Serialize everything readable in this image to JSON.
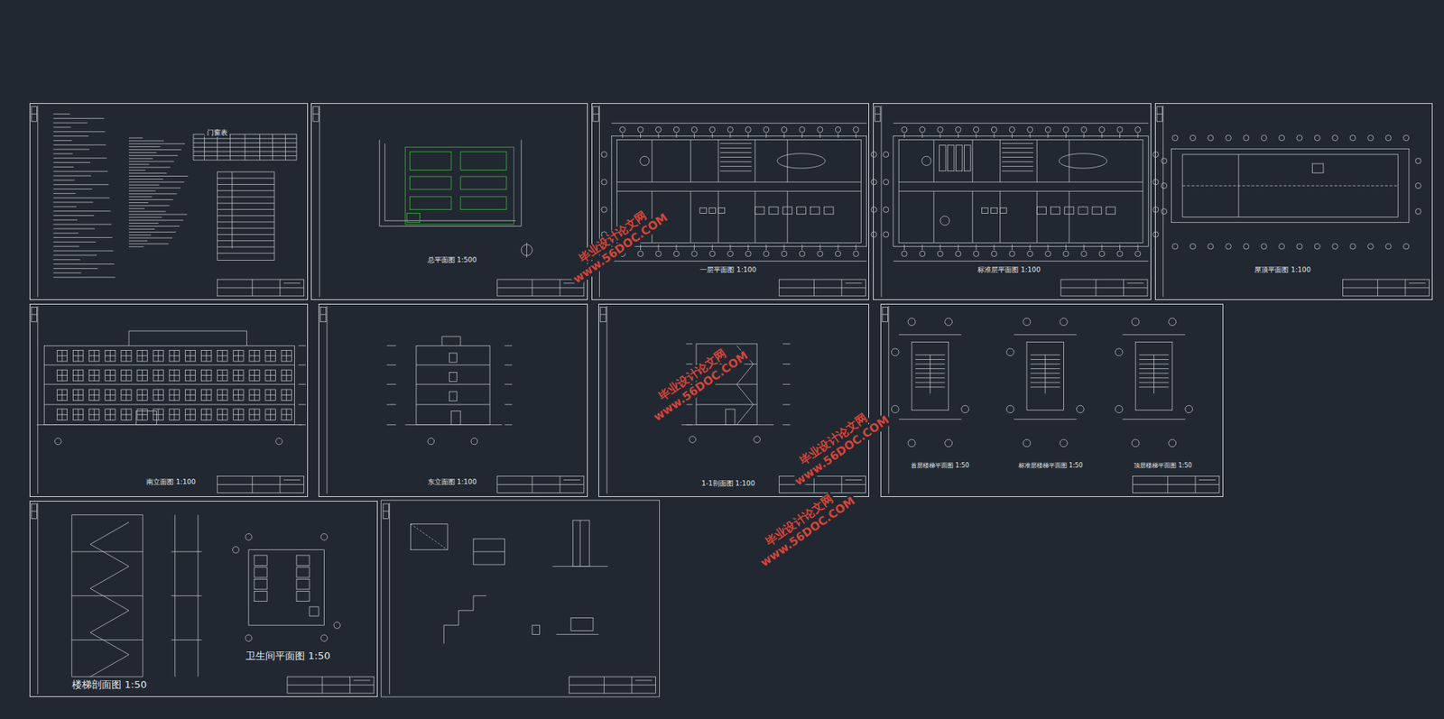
{
  "diagram": {
    "nodes": [
      {
        "text": [
          "门窗表"
        ]
      },
      {
        "text": [
          "总平面图 1:500"
        ]
      },
      {
        "text": [
          "一层平面图 1:100"
        ]
      },
      {
        "text": [
          "标准层平面图 1:100"
        ]
      },
      {
        "text": [
          "屋顶平面图 1:100"
        ]
      },
      {
        "text": [
          "南立面图 1:100"
        ]
      },
      {
        "text": [
          "东立面图 1:100"
        ]
      },
      {
        "text": [
          "1-1剖面图 1:100"
        ]
      },
      {
        "text": [
          "首层楼梯平面图 1:50",
          "标准层楼梯平面图 1:50",
          "顶层楼梯平面图 1:50"
        ]
      },
      {
        "text": [
          "楼梯剖面图 1:50",
          "卫生间平面图 1:50"
        ]
      }
    ],
    "labels": [
      "毕业设计论文网",
      "www.56DOC.COM",
      "毕业设计论文网",
      "www.56DOC.COM",
      "毕业设计论文网",
      "www.56DOC.COM",
      "毕业设计论文网",
      "www.56DOC.COM"
    ]
  }
}
